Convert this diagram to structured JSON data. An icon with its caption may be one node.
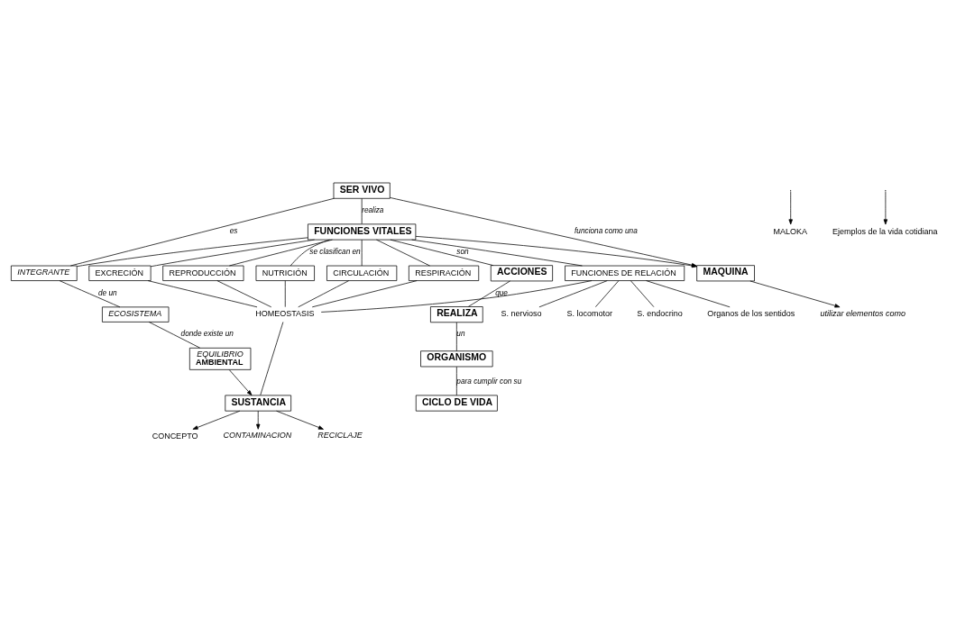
{
  "diagram": {
    "nodes": [
      {
        "text": [
          "SER VIVO"
        ]
      },
      {
        "text": [
          "FUNCIONES VITALES"
        ]
      },
      {
        "text": [
          "ACCIONES"
        ]
      },
      {
        "text": [
          "REALIZA"
        ]
      },
      {
        "text": [
          "ORGANISMO"
        ]
      },
      {
        "text": [
          "CICLO DE VIDA"
        ]
      },
      {
        "text": [
          "NUTRICIÓN"
        ]
      },
      {
        "text": [
          "CIRCULACIÓN"
        ]
      },
      {
        "text": [
          "RESPIRACIÓN"
        ]
      },
      {
        "text": [
          "EXCRECIÓN"
        ]
      },
      {
        "text": [
          "REPRODUCCIÓN"
        ]
      },
      {
        "text": [
          "FUNCIONES DE RELACIÓN"
        ]
      },
      {
        "text": [
          "S. nervioso"
        ]
      },
      {
        "text": [
          "S. locomotor"
        ]
      },
      {
        "text": [
          "S. endocrino"
        ]
      },
      {
        "text": [
          "Organos de los sentidos"
        ]
      },
      {
        "text": [
          "HOMEOSTASIS"
        ]
      },
      {
        "text": [
          "INTEGRANTE"
        ]
      },
      {
        "text": [
          "ECOSISTEMA"
        ]
      },
      {
        "text": [
          "EQUILIBRIO",
          "AMBIENTAL"
        ]
      },
      {
        "text": [
          "MAQUINA"
        ]
      },
      {
        "text": [
          "utilizar elementos como"
        ]
      },
      {
        "text": [
          "MALOKA"
        ]
      },
      {
        "text": [
          "Ejemplos de la vida cotidiana"
        ]
      },
      {
        "text": [
          "SUSTANCIA"
        ]
      },
      {
        "text": [
          "CONCEPTO"
        ]
      },
      {
        "text": [
          "CONTAMINACION"
        ]
      },
      {
        "text": [
          "RECICLAJE"
        ]
      }
    ],
    "edges": [
      {
        "from": 0,
        "to": 1,
        "arrow": "none",
        "label": "realiza"
      },
      {
        "from": 1,
        "to": 2,
        "arrow": "none",
        "label": "son"
      },
      {
        "from": 1,
        "to": 6,
        "arrow": "none",
        "label": "se clasifican en"
      },
      {
        "from": 1,
        "to": 7,
        "arrow": "none"
      },
      {
        "from": 1,
        "to": 8,
        "arrow": "none"
      },
      {
        "from": 1,
        "to": 9,
        "arrow": "none"
      },
      {
        "from": 1,
        "to": 10,
        "arrow": "none"
      },
      {
        "from": 1,
        "to": 11,
        "arrow": "none"
      },
      {
        "from": 2,
        "to": 3,
        "arrow": "none",
        "label": "que"
      },
      {
        "from": 3,
        "to": 4,
        "arrow": "none",
        "label": "un"
      },
      {
        "from": 4,
        "to": 5,
        "arrow": "none",
        "label": "para cumplir con su"
      },
      {
        "from": 11,
        "to": 12,
        "arrow": "none"
      },
      {
        "from": 11,
        "to": 13,
        "arrow": "none"
      },
      {
        "from": 11,
        "to": 14,
        "arrow": "none"
      },
      {
        "from": 11,
        "to": 15,
        "arrow": "none"
      },
      {
        "from": 6,
        "to": 16,
        "arrow": "none"
      },
      {
        "from": 7,
        "to": 16,
        "arrow": "none"
      },
      {
        "from": 8,
        "to": 16,
        "arrow": "none"
      },
      {
        "from": 9,
        "to": 16,
        "arrow": "none"
      },
      {
        "from": 10,
        "to": 16,
        "arrow": "none"
      },
      {
        "from": 11,
        "to": 16,
        "arrow": "none"
      },
      {
        "from": 16,
        "to": 24,
        "arrow": "none"
      },
      {
        "from": 0,
        "to": 17,
        "arrow": "none",
        "label": "es"
      },
      {
        "from": 1,
        "to": 17,
        "arrow": "none"
      },
      {
        "from": 0,
        "to": 20,
        "arrow": "to",
        "label": "funciona como una"
      },
      {
        "from": 1,
        "to": 20,
        "arrow": "to"
      },
      {
        "from": 17,
        "to": 18,
        "arrow": "none",
        "label": "de un"
      },
      {
        "from": 18,
        "to": 19,
        "arrow": "none",
        "label": "donde existe un"
      },
      {
        "from": 19,
        "to": 24,
        "arrow": "to"
      },
      {
        "from": 20,
        "to": 21,
        "arrow": "to"
      },
      {
        "from": null,
        "to": 22,
        "arrow": "to"
      },
      {
        "from": null,
        "to": 23,
        "arrow": "to"
      },
      {
        "from": 24,
        "to": 25,
        "arrow": "to"
      },
      {
        "from": 24,
        "to": 26,
        "arrow": "to"
      },
      {
        "from": 24,
        "to": 27,
        "arrow": "to"
      }
    ]
  }
}
